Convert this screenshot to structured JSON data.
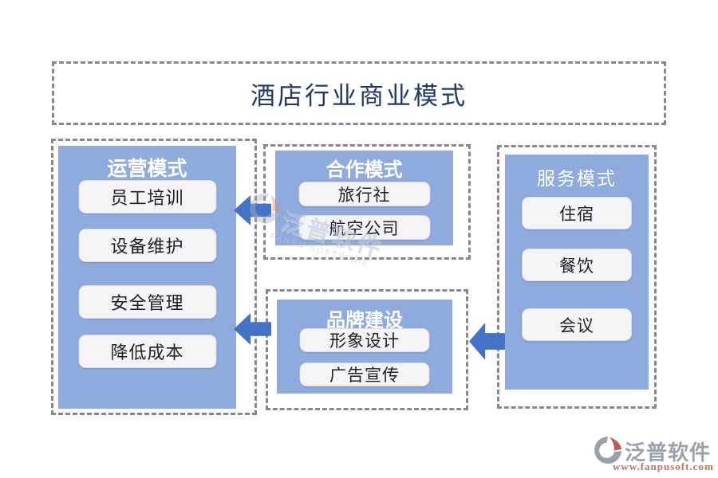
{
  "title": "酒店行业商业模式",
  "panels": {
    "operation": {
      "header": "运营模式",
      "items": [
        "员工培训",
        "设备维护",
        "安全管理",
        "降低成本"
      ]
    },
    "cooperation": {
      "header": "合作模式",
      "items": [
        "旅行社",
        "航空公司"
      ]
    },
    "brand": {
      "header": "品牌建设",
      "items": [
        "形象设计",
        "广告宣传"
      ]
    },
    "service": {
      "header": "服务模式",
      "items": [
        "住宿",
        "餐饮",
        "会议"
      ]
    }
  },
  "arrows": [
    {
      "from": "cooperation",
      "to": "operation",
      "direction": "left"
    },
    {
      "from": "brand",
      "to": "operation",
      "direction": "left"
    },
    {
      "from": "service",
      "to": "brand",
      "direction": "left"
    }
  ],
  "watermark_center": {
    "brand": "泛普软件",
    "subtitle": "FANPU SOFTWARE"
  },
  "footer_logo": {
    "brand": "泛普软件",
    "url": "www.fanpusoft.com"
  },
  "colors": {
    "panel_blue": "#8FAADC",
    "arrow_blue": "#4472C4",
    "title_text": "#1F3864",
    "dashed_border": "#878787",
    "item_background": "#F4F4F6",
    "item_text": "#1D1D2B",
    "footer_brand_gray": "#99A1AD",
    "footer_url_red": "#C4705F"
  }
}
